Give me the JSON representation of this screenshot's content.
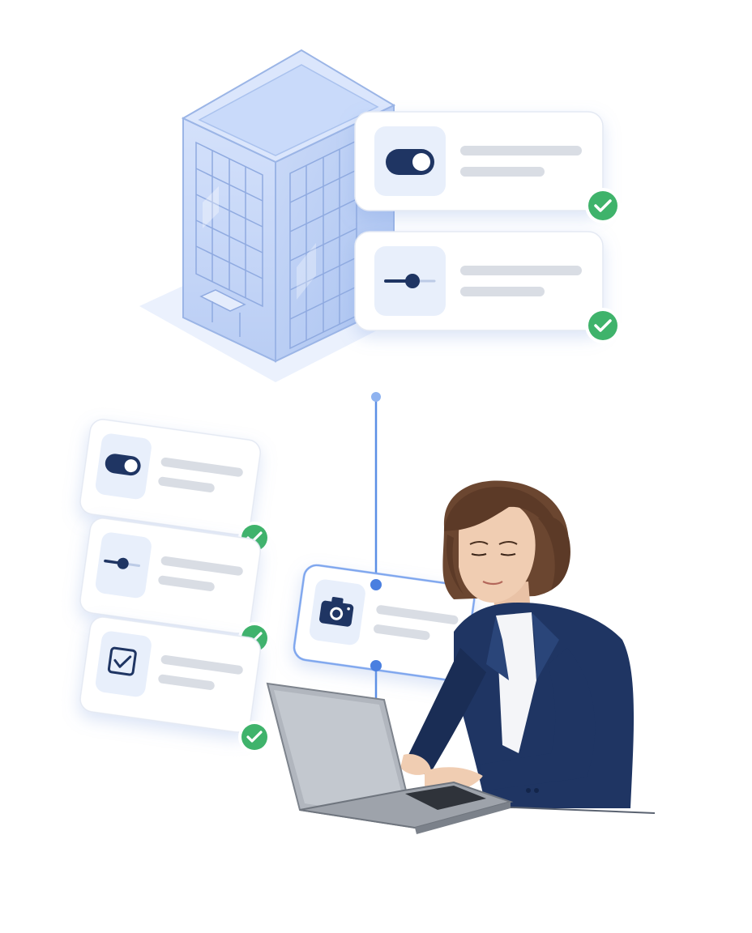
{
  "colors": {
    "background": "#ffffff",
    "accent_blue": "#5b8fe6",
    "navy": "#1f3563",
    "check_green": "#3fb36b",
    "placeholder_gray": "#d9dde4",
    "tile_bg": "#e8effb",
    "building_glass": "#c6d7f6",
    "hair_brown": "#6b4630",
    "laptop_gray": "#a9aeb6"
  },
  "building_cards": [
    {
      "icon": "toggle-icon",
      "state": "on",
      "verified": true
    },
    {
      "icon": "slider-icon",
      "level": 0.4,
      "verified": true
    }
  ],
  "left_cards": [
    {
      "icon": "toggle-icon",
      "state": "on",
      "verified": true
    },
    {
      "icon": "slider-icon",
      "level": 0.4,
      "verified": true
    },
    {
      "icon": "checkbox-icon",
      "checked": true,
      "verified": true
    }
  ],
  "center_card": {
    "icon": "camera-icon",
    "verified": true
  },
  "icons": [
    "office-building-icon",
    "toggle-icon",
    "slider-icon",
    "checkbox-icon",
    "camera-icon",
    "checkmark-icon",
    "laptop-icon"
  ]
}
